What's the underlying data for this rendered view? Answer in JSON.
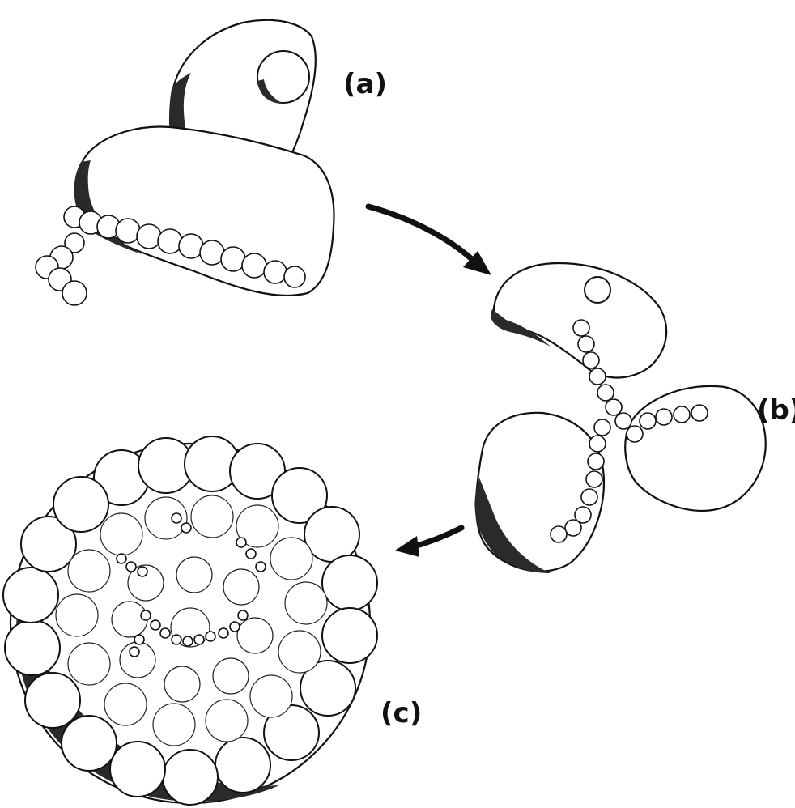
{
  "labels": {
    "a": "(a)",
    "b": "(b)",
    "c": "(c)"
  },
  "colors": {
    "ink": "#111111",
    "shadow": "#2a2a2a",
    "surface": "#ffffff"
  }
}
